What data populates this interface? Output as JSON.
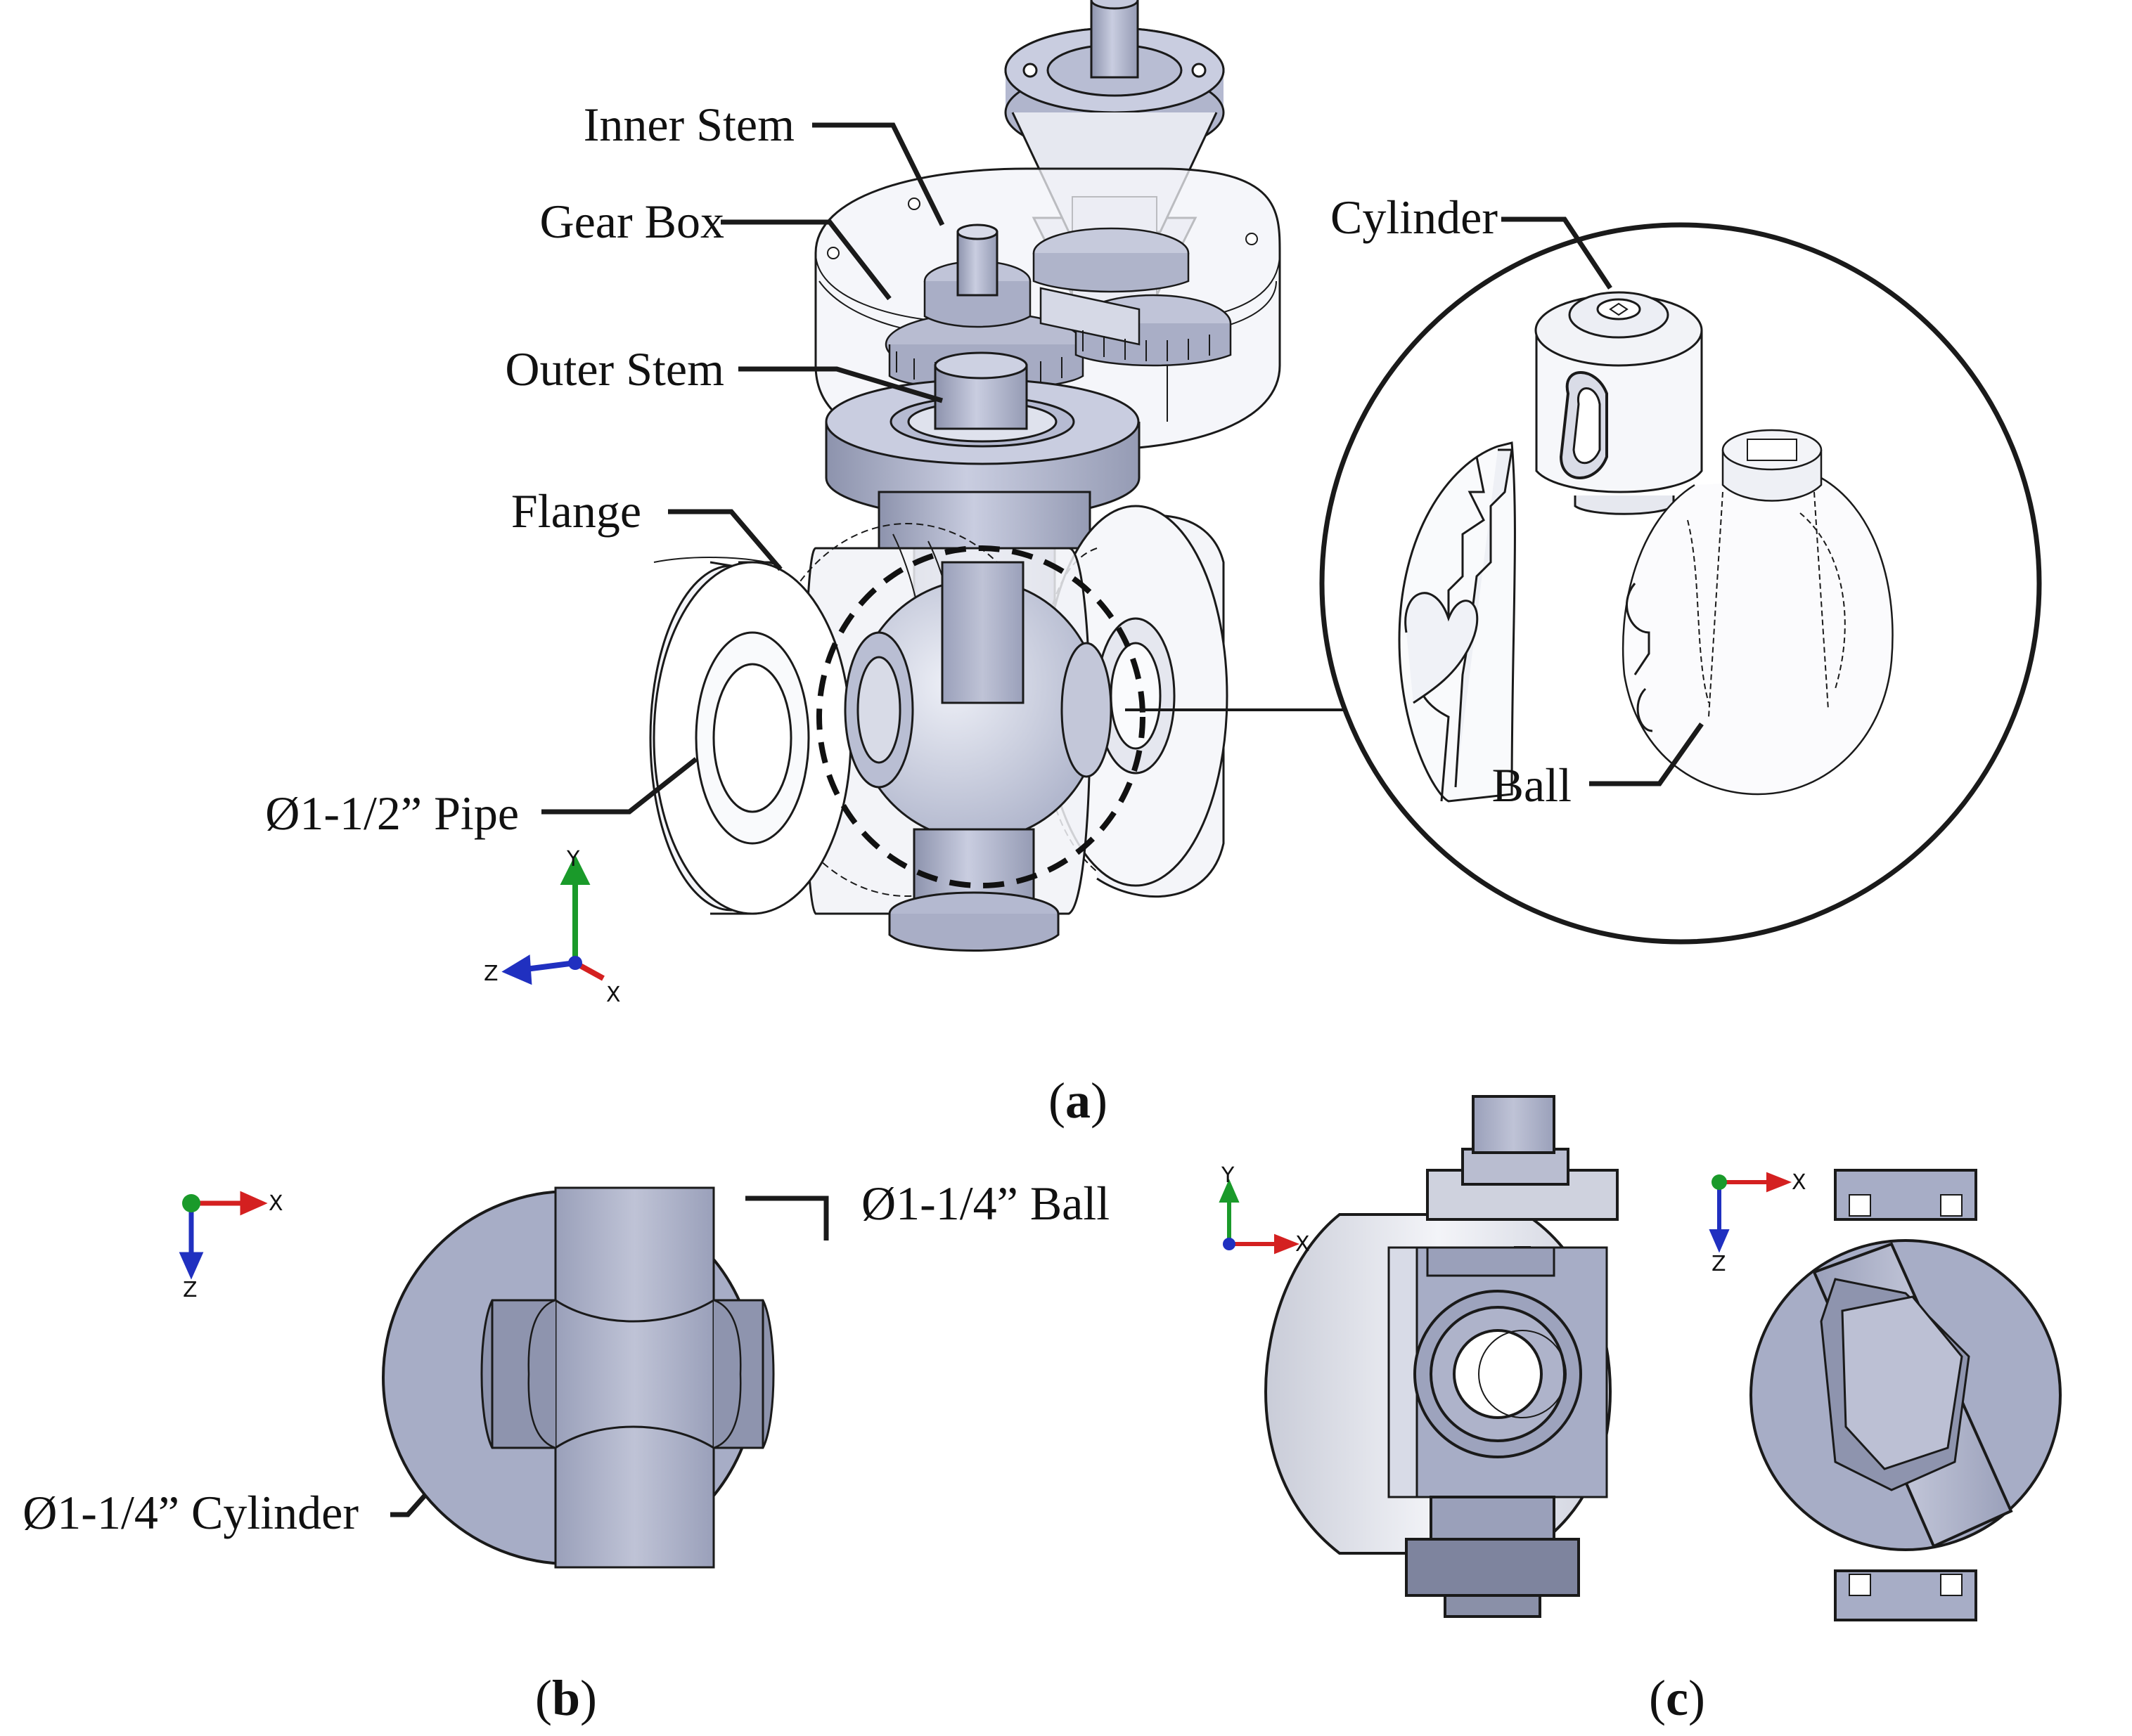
{
  "labels": {
    "inner_stem": "Inner Stem",
    "gear_box": "Gear Box",
    "outer_stem": "Outer Stem",
    "flange": "Flange",
    "pipe": "Ø1-1/2” Pipe",
    "cylinder": "Cylinder",
    "ball": "Ball",
    "ball_dim": "Ø1-1/4” Ball",
    "cylinder_dim": "Ø1-1/4” Cylinder"
  },
  "captions": {
    "a": "a",
    "b": "b",
    "c": "c"
  },
  "axes": {
    "x": "X",
    "y": "Y",
    "z": "Z"
  },
  "colors": {
    "part_fill": "#a7adc6",
    "part_dark": "#8a90a8",
    "part_light": "#d6d9e6",
    "ghost_fill": "#e9ebf2",
    "line": "#1a1a1a",
    "axis_x": "#d42020",
    "axis_y": "#1a9a2a",
    "axis_z": "#2030c0"
  }
}
